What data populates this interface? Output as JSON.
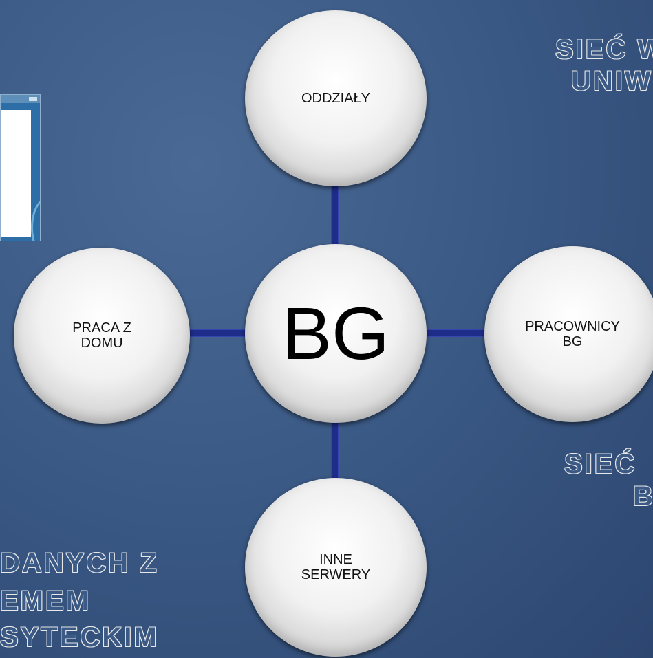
{
  "center": {
    "label": "BG"
  },
  "nodes": {
    "top": {
      "label": "ODDZIAŁY"
    },
    "left": {
      "label": "PRACA Z\nDOMU"
    },
    "right": {
      "label": "PRACOWNICY\nBG"
    },
    "bottom": {
      "label": "INNE\nSERWERY"
    }
  },
  "side_texts": {
    "top_right_line1": "SIEĆ W",
    "top_right_line2": "UNIW",
    "mid_right_line1": "SIEĆ",
    "mid_right_line2": "B",
    "bottom_left_line1": "DANYCH Z",
    "bottom_left_line2": "EMEM",
    "bottom_left_line3": "SYTECKIM"
  },
  "colors": {
    "background": "#3b5a86",
    "connector": "#1f2d8a",
    "circle": "#f1f1f1"
  }
}
